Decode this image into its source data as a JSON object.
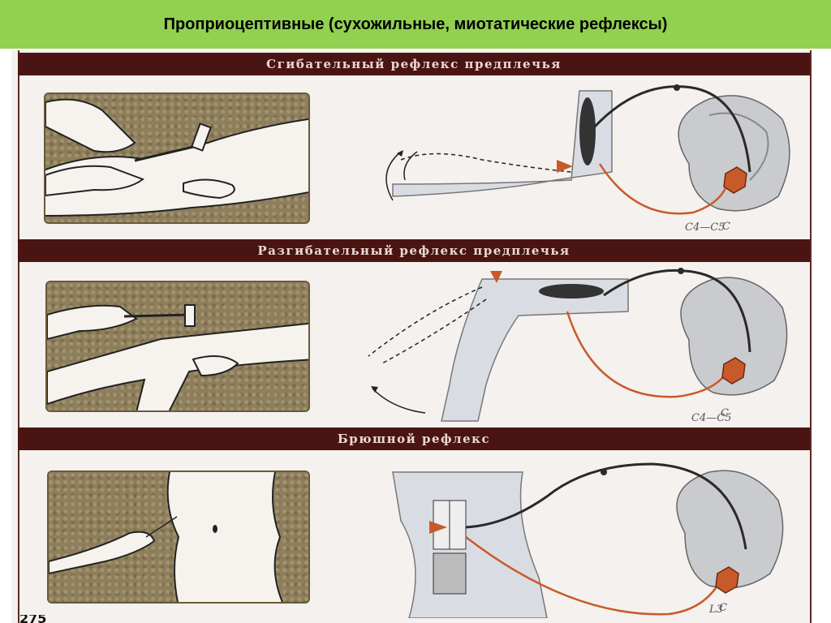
{
  "slide": {
    "title": "Проприоцептивные (сухожильные, миотатические  рефлексы)",
    "page_number": "275"
  },
  "colors": {
    "title_bg": "#92d050",
    "band_bg": "#4a1412",
    "afferent": "#c85a2a",
    "efferent": "#2a2a2a"
  },
  "panels": [
    {
      "heading": "Сгибательный рефлекс предплечья",
      "segment": "C4—C5",
      "neuron_label": "C"
    },
    {
      "heading": "Разгибательный рефлекс предплечья",
      "segment": "C4—C5",
      "neuron_label": "C"
    },
    {
      "heading": "Брюшной рефлекс",
      "segment": "L3",
      "neuron_label": "C"
    }
  ]
}
